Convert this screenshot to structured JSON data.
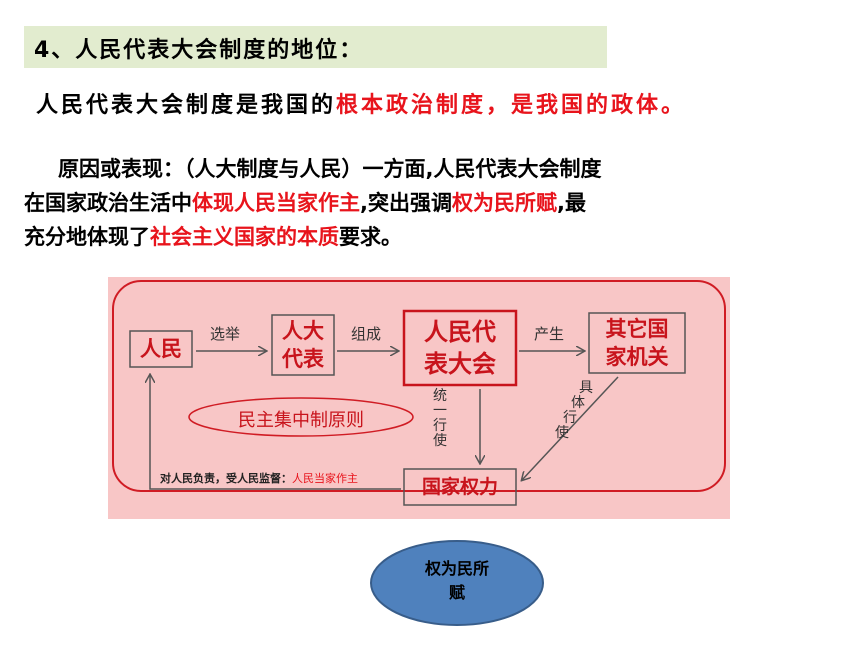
{
  "heading": "4、人民代表大会制度的地位：",
  "statement": {
    "prefix": "人民代表大会制度是我国的",
    "highlight": "根本政治制度，是我国的政体。"
  },
  "reason": {
    "p1": "原因或表现：（人大制度与人民）一方面,人民代表大会制度",
    "p2": "在国家政治生活中",
    "h1": "体现人民当家作主",
    "p3": ",突出强调",
    "h2": "权为民所赋",
    "p4": ",最",
    "p5": "充分地体现了",
    "h3": "社会主义国家的本质",
    "p6": "要求。"
  },
  "diagram": {
    "nodes": {
      "people": "人民",
      "deputies_line1": "人大",
      "deputies_line2": "代表",
      "npc_line1": "人民代",
      "npc_line2": "表大会",
      "organs_line1": "其它国",
      "organs_line2": "家机关",
      "power": "国家权力"
    },
    "edges": {
      "elect": "选举",
      "compose": "组成",
      "produce": "产生",
      "exercise_unified": [
        "统",
        "一",
        "行",
        "使"
      ],
      "exercise_specific": [
        "具",
        "体",
        "行",
        "使"
      ]
    },
    "principle": "民主集中制原则",
    "feedback_black": "对人民负责，受人民监督：",
    "feedback_red": "人民当家作主"
  },
  "bubble": {
    "line1": "权为民所",
    "line2": "赋"
  },
  "colors": {
    "title_bg": "#e2eccf",
    "highlight_red": "#e8141c",
    "diagram_bg": "#f8c6c6",
    "bubble_fill": "#4f81bd"
  }
}
